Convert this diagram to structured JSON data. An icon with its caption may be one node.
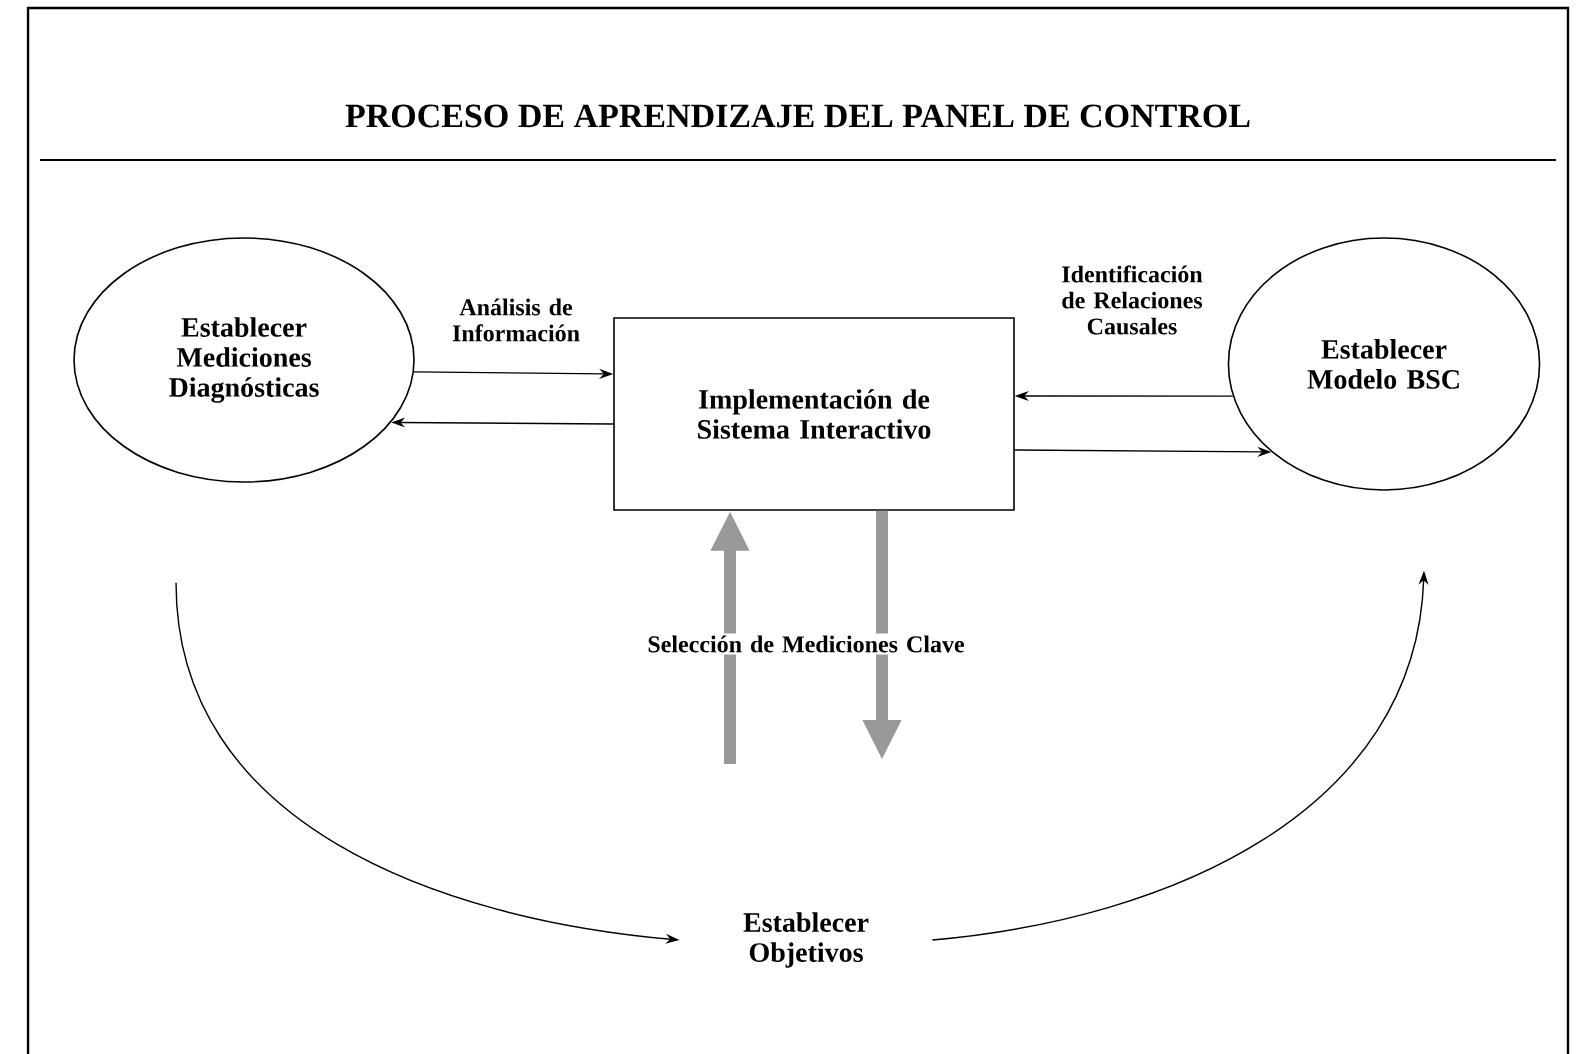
{
  "diagram": {
    "title": "PROCESO DE APRENDIZAJE DEL PANEL DE CONTROL",
    "nodes": [
      {
        "text": [
          "Establecer Mediciones Diagnósticas"
        ]
      },
      {
        "text": [
          "Implementación de Sistema Interactivo"
        ]
      },
      {
        "text": [
          "Establecer Modelo BSC"
        ]
      },
      {
        "text": [
          "Establecer Objetivos"
        ]
      }
    ],
    "edges": [
      {
        "from": 0,
        "to": 1,
        "arrow": "to",
        "label": "Análisis de Información"
      },
      {
        "from": 1,
        "to": 0,
        "arrow": "to"
      },
      {
        "from": 2,
        "to": 1,
        "arrow": "to",
        "label": "Identificación de Relaciones Causales"
      },
      {
        "from": 1,
        "to": 2,
        "arrow": "to"
      },
      {
        "from": null,
        "to": 1,
        "arrow": "to",
        "style": "thick",
        "color": "#999999",
        "label": "Selección de Mediciones Clave"
      },
      {
        "from": 1,
        "to": null,
        "arrow": "to",
        "style": "thick",
        "color": "#999999"
      },
      {
        "from": 0,
        "to": 3,
        "arrow": "to"
      },
      {
        "from": 3,
        "to": 2,
        "arrow": "to"
      }
    ]
  }
}
